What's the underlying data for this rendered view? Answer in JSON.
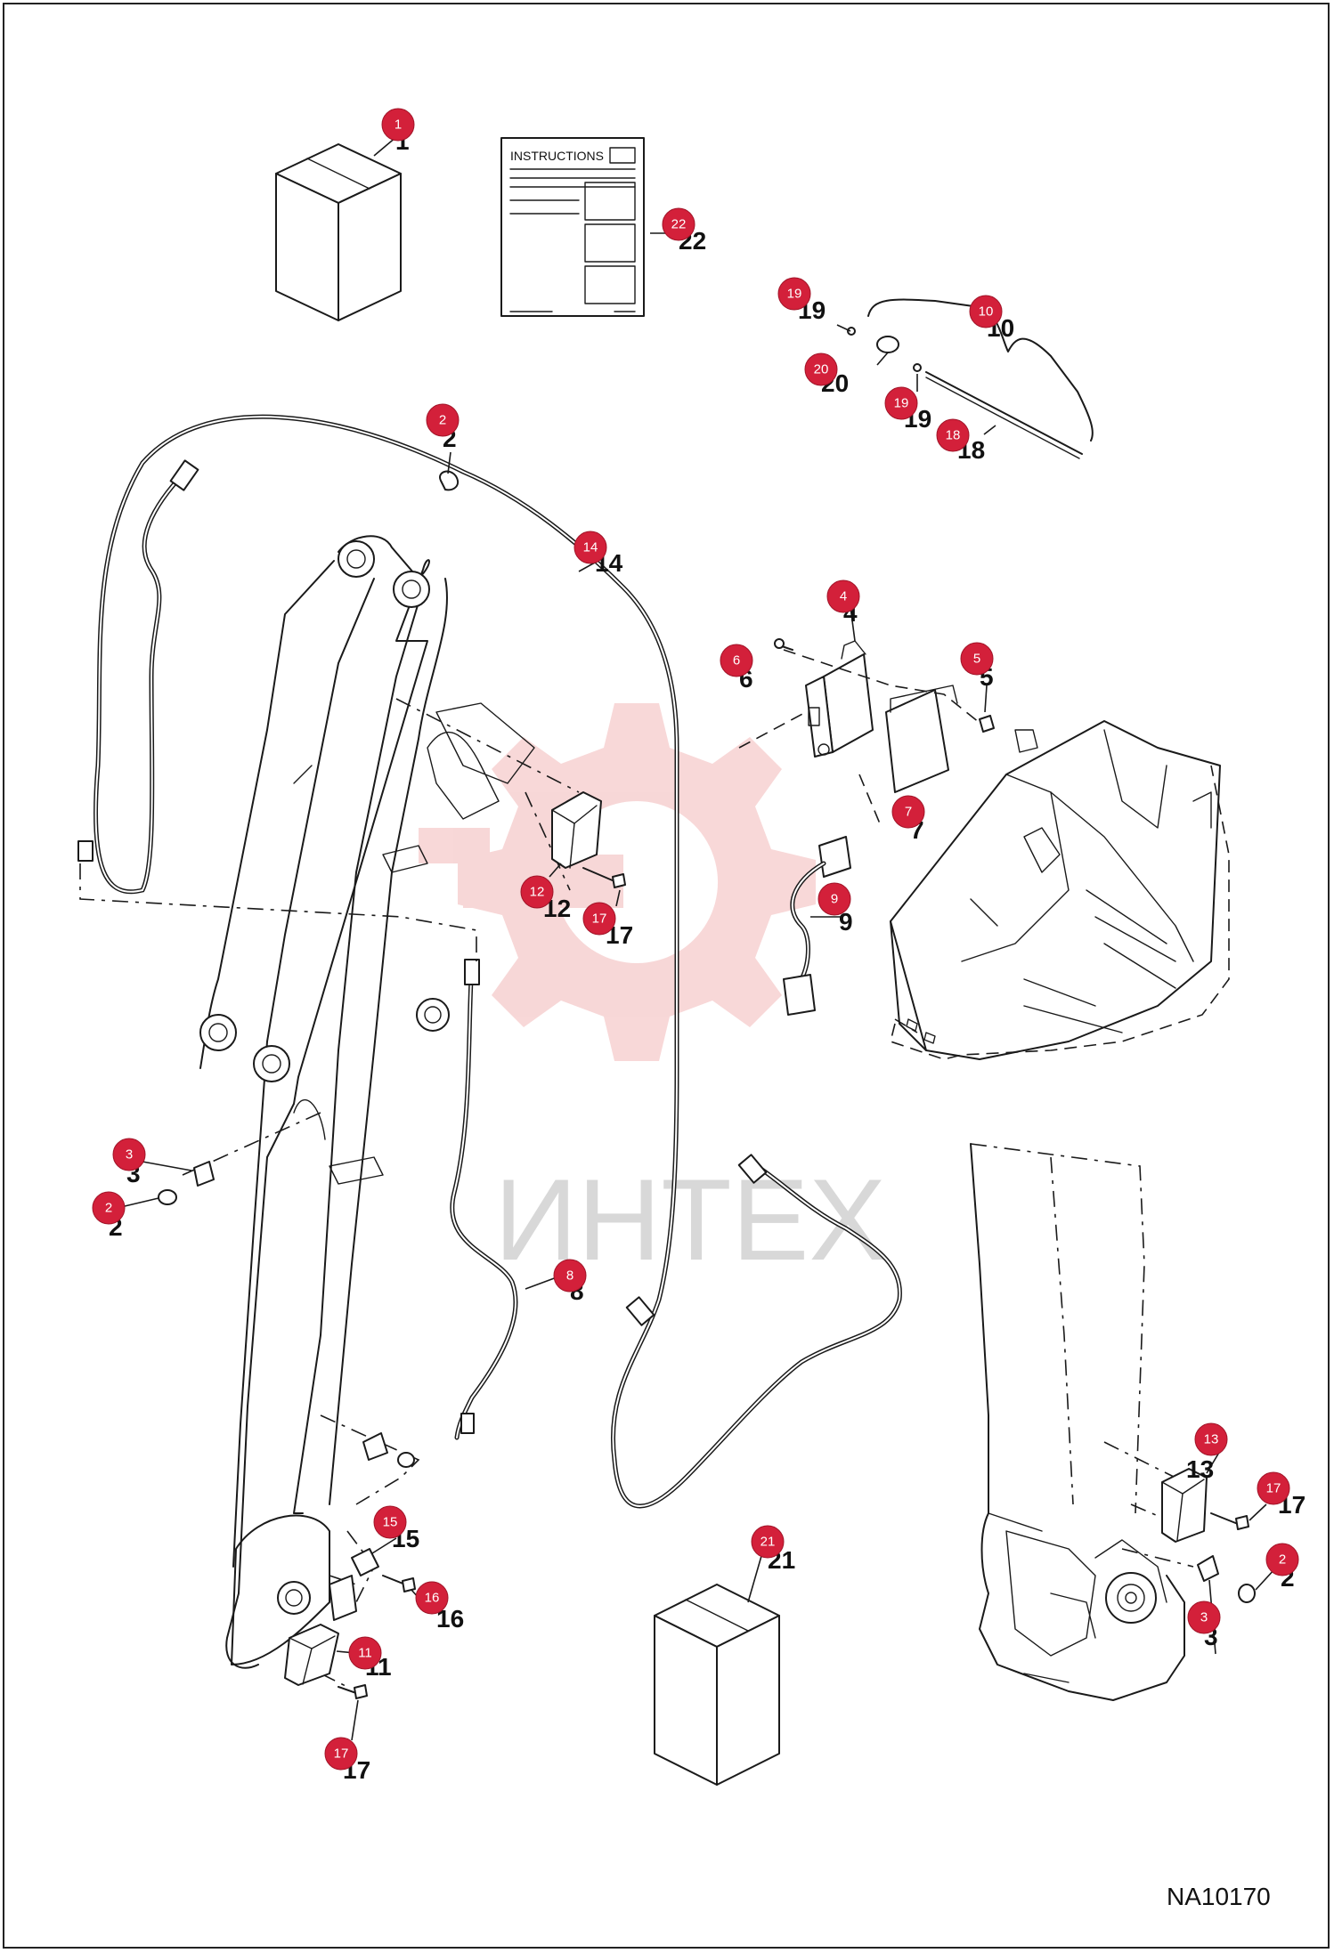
{
  "figure_code": "NA10170",
  "instructions_label": "INSTRUCTIONS",
  "watermark_text": "ИНТЕХ",
  "colors": {
    "badge": "#d3203a",
    "watermark": "#f2b8b8",
    "line": "#1a1a1a"
  },
  "callouts": [
    {
      "n": "1"
    },
    {
      "n": "22"
    },
    {
      "n": "19"
    },
    {
      "n": "10"
    },
    {
      "n": "20"
    },
    {
      "n": "19"
    },
    {
      "n": "18"
    },
    {
      "n": "2"
    },
    {
      "n": "14"
    },
    {
      "n": "4"
    },
    {
      "n": "6"
    },
    {
      "n": "5"
    },
    {
      "n": "7"
    },
    {
      "n": "12"
    },
    {
      "n": "17"
    },
    {
      "n": "9"
    },
    {
      "n": "3"
    },
    {
      "n": "2"
    },
    {
      "n": "8"
    },
    {
      "n": "13"
    },
    {
      "n": "17"
    },
    {
      "n": "2"
    },
    {
      "n": "3"
    },
    {
      "n": "15"
    },
    {
      "n": "16"
    },
    {
      "n": "11"
    },
    {
      "n": "17"
    },
    {
      "n": "21"
    }
  ]
}
